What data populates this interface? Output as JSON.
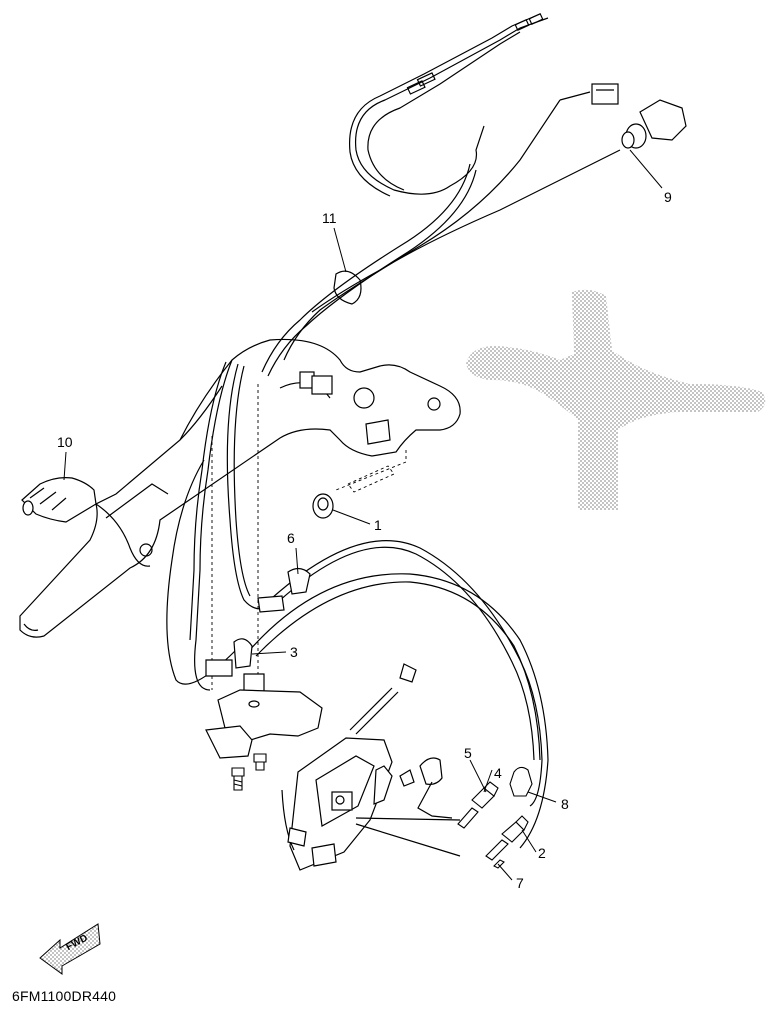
{
  "callouts": {
    "c1": "1",
    "c2": "2",
    "c3": "3",
    "c4": "4",
    "c5": "5",
    "c6": "6",
    "c7": "7",
    "c8": "8",
    "c9": "9",
    "c10": "10",
    "c11": "11"
  },
  "forward_arrow": {
    "label": "FWD"
  },
  "diagram_code": "6FM1100DR440"
}
